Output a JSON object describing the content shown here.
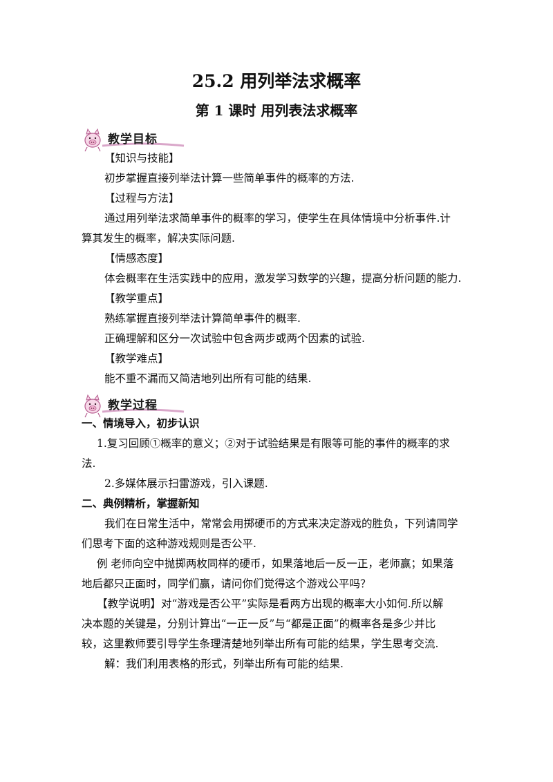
{
  "title": "25.2 用列举法求概率",
  "subtitle": "第 1 课时  用列表法求概率",
  "sections": {
    "objectives": "教学目标",
    "process": "教学过程"
  },
  "objectives": {
    "knowledge_label": "【知识与技能】",
    "knowledge_text": "初步掌握直接列举法计算一些简单事件的概率的方法.",
    "process_label": "【过程与方法】",
    "process_text_1": "通过用列举法求简单事件的概率的学习，使学生在具体情境中分析事件.计",
    "process_text_2": "算其发生的概率，解决实际问题.",
    "attitude_label": "【情感态度】",
    "attitude_text": "体会概率在生活实践中的应用，激发学习数学的兴趣，提高分析问题的能力.",
    "key_label": "【教学重点】",
    "key_text_1": "熟练掌握直接列举法计算简单事件的概率.",
    "key_text_2": "正确理解和区分一次试验中包含两步或两个因素的试验.",
    "difficulty_label": "【教学难点】",
    "difficulty_text": "能不重不漏而又简洁地列出所有可能的结果."
  },
  "process": {
    "part1_heading": "一、情境导入，初步认识",
    "part1_item1_a": "1.复习回顾①概率的意义；②对于试验结果是有限等可能的事件的概率的求",
    "part1_item1_b": "法.",
    "part1_item2": "2.多媒体展示扫雷游戏，引入课题.",
    "part2_heading": "二、典例精析，掌握新知",
    "part2_p1_a": "我们在日常生活中，常常会用掷硬币的方式来决定游戏的胜负，下列请同学",
    "part2_p1_b": "们思考下面的这种游戏规则是否公平.",
    "example_a": "例  老师向空中抛掷两枚同样的硬币，如果落地后一反一正，老师赢；如果落",
    "example_b": "地后都只正面时，同学们赢，请问你们觉得这个游戏公平吗？",
    "note_a": "【教学说明】对“游戏是否公平”实际是看两方出现的概率大小如何.所以解",
    "note_b": "决本题的关键是，分别计算出“一正一反”与“都是正面”的概率各是多少并比",
    "note_c": "较，这里教师要引导学生条理清楚地列举出所有可能的结果，学生思考交流.",
    "solution": "解：我们利用表格的形式，列举出所有可能的结果."
  }
}
